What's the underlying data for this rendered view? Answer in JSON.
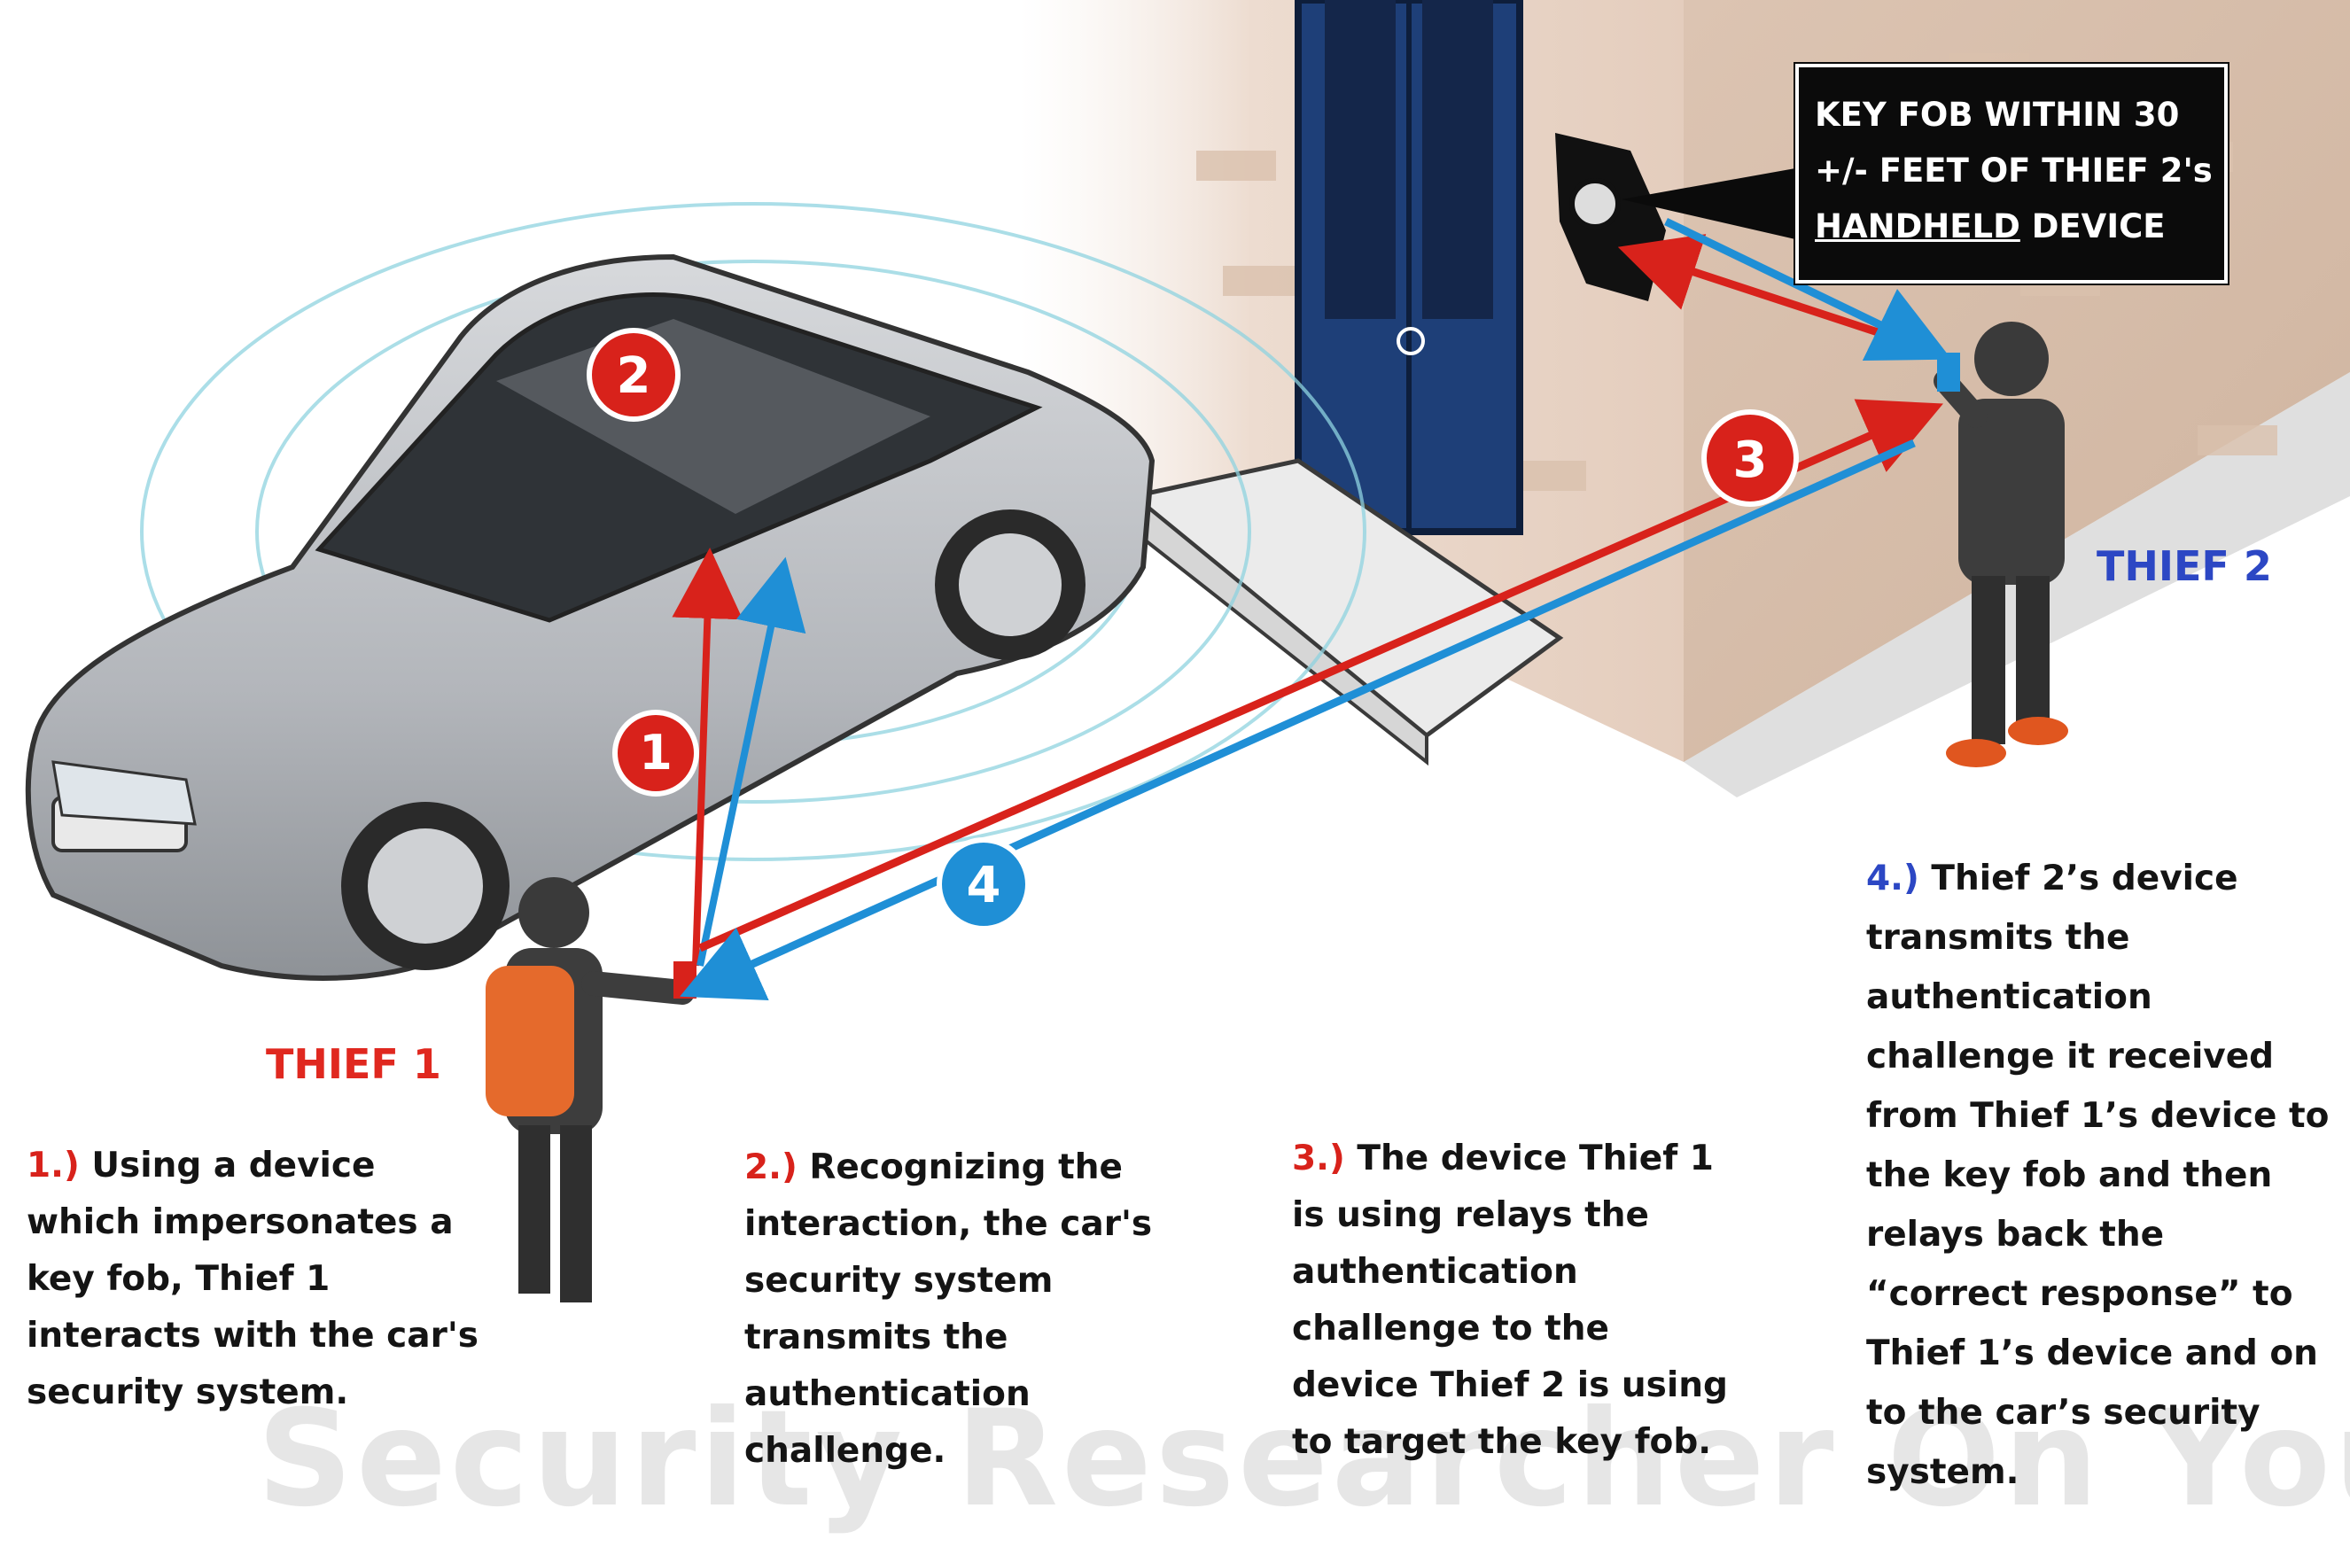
{
  "callout": {
    "line1": "KEY FOB WITHIN 30",
    "line2": "+/- FEET OF THIEF 2's",
    "line3_underlined": "HANDHELD",
    "line3_rest": " DEVICE"
  },
  "labels": {
    "thief1": "THIEF 1",
    "thief2": "THIEF 2"
  },
  "markers": [
    "1",
    "2",
    "3",
    "4"
  ],
  "steps": [
    {
      "number": "1.)",
      "lines": [
        "Using a device",
        "which impersonates a",
        "key fob, Thief 1",
        "interacts with the car's",
        "security system."
      ]
    },
    {
      "number": "2.)",
      "lines": [
        "Recognizing the",
        "interaction, the car's",
        "security system",
        "transmits the",
        "authentication",
        "challenge."
      ]
    },
    {
      "number": "3.)",
      "lines": [
        "The device Thief 1",
        "is using relays the",
        "authentication",
        "challenge to the",
        "device Thief 2 is using",
        "to target the key fob."
      ]
    },
    {
      "number": "4.)",
      "lines": [
        "Thief 2’s device",
        "transmits the",
        "authentication",
        "challenge it received",
        "from Thief 1’s device to",
        "the key fob and then",
        "relays back the",
        "“correct response” to",
        "Thief 1’s device and on",
        "to the car’s security",
        "system."
      ]
    }
  ],
  "watermark": "Security Researcher On YouTube",
  "colors": {
    "red": "#d8221b",
    "blue": "#1f8fd6",
    "thief2_label": "#2c47c4",
    "door": "#1e3f78",
    "car": "#b9bcc1"
  }
}
